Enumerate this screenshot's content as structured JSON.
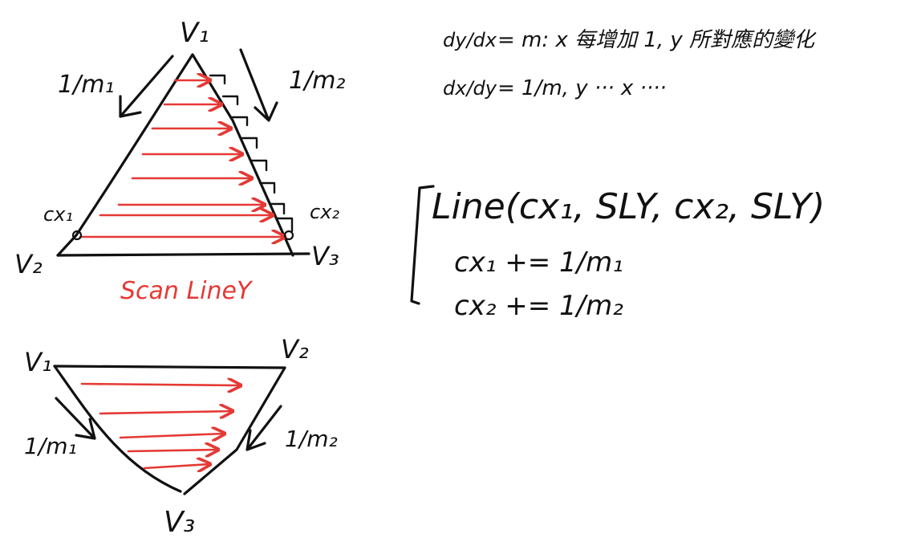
{
  "colors": {
    "ink": "#111111",
    "scan": "#e53935",
    "background": "#ffffff"
  },
  "top_triangle": {
    "v1": "V₁",
    "v2": "V₂",
    "v3": "V₃",
    "left_slope": "1/m₁",
    "right_slope": "1/m₂",
    "cx1": "cx₁",
    "cx2": "cx₂",
    "scanline_label": "Scan LineY"
  },
  "bottom_triangle": {
    "v1": "V₁",
    "v2": "V₂",
    "v3": "V₃",
    "left_slope": "1/m₁",
    "right_slope": "1/m₂"
  },
  "notes": {
    "line1_frac": "dy/dx",
    "line1_text": "= m:  x 每增加 1, y 所對應的變化",
    "line2_frac": "dx/dy",
    "line2_text": "= 1/m,   y ···          x  ····"
  },
  "code": {
    "line_call": "Line(cx₁, SLY, cx₂, SLY)",
    "update1": "cx₁ += 1/m₁",
    "update2": "cx₂ += 1/m₂"
  }
}
